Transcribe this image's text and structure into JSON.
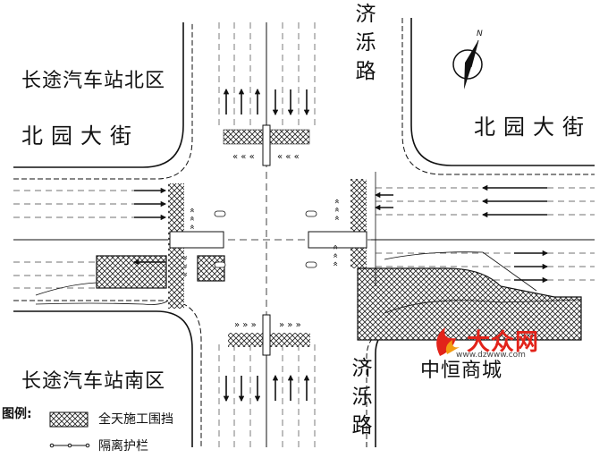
{
  "labels": {
    "station_north": "长途汽车站北区",
    "station_south": "长途汽车站南区",
    "street_w": "北园大街",
    "street_e": "北园大街",
    "road_n": "济泺路",
    "road_s": "济泺路",
    "mall": "中恒商城"
  },
  "legend": {
    "title": "图例:",
    "construction": "全天施工围挡",
    "barrier": "隔离护栏"
  },
  "compass": {
    "north": "N"
  },
  "watermark": {
    "brand": "大众网",
    "url": "www.dzwww.com"
  },
  "colors": {
    "line": "#111111",
    "hatch": "#222222",
    "brand_red": "#e2231a",
    "brand_orange": "#f39c12"
  }
}
